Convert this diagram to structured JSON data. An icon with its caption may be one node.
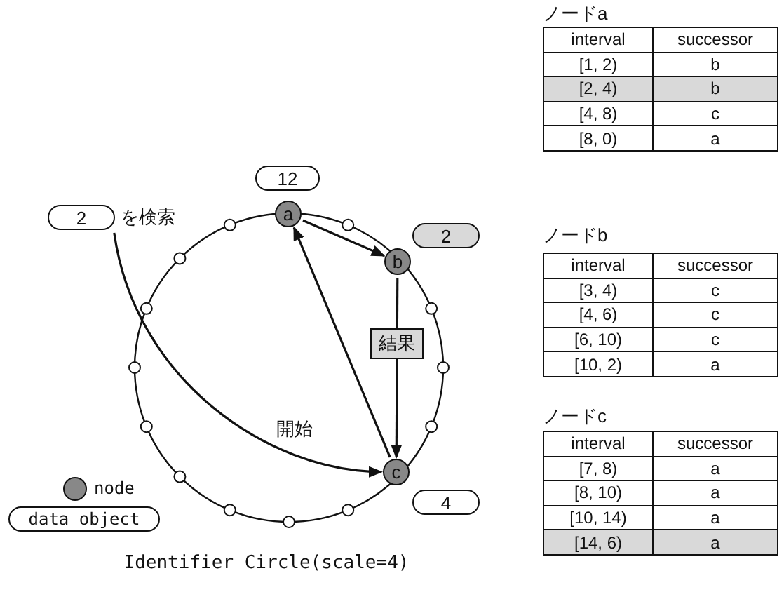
{
  "diagram": {
    "caption": "Identifier Circle(scale=4)",
    "nodes": [
      {
        "text": [
          "2"
        ],
        "beside": [
          "を検索"
        ]
      },
      {
        "text": [
          "12"
        ]
      },
      {
        "text": [
          "a"
        ]
      },
      {
        "text": [
          "2"
        ]
      },
      {
        "text": [
          "b"
        ]
      },
      {
        "text": [
          "4"
        ]
      },
      {
        "text": [
          "c"
        ]
      }
    ],
    "edges": [
      {
        "from": 0,
        "to": 6,
        "arrow": "to",
        "label": "開始"
      },
      {
        "from": 2,
        "to": 4,
        "arrow": "to"
      },
      {
        "from": 4,
        "to": 6,
        "arrow": "to",
        "label": "結果"
      },
      {
        "from": 6,
        "to": 2,
        "arrow": "to"
      }
    ],
    "labels": [
      "ノードa",
      "interval",
      "successor",
      "[1, 2)",
      "b",
      "[2, 4)",
      "b",
      "[4, 8)",
      "c",
      "[8, 0)",
      "a",
      "ノードb",
      "interval",
      "successor",
      "[3, 4)",
      "c",
      "[4, 6)",
      "c",
      "[6, 10)",
      "c",
      "[10, 2)",
      "a",
      "ノードc",
      "interval",
      "successor",
      "[7, 8)",
      "a",
      "[8, 10)",
      "a",
      "[10, 14)",
      "a",
      "[14, 6)",
      "a"
    ],
    "legend": [
      {
        "text": "node"
      },
      {
        "text": "data object"
      }
    ]
  }
}
